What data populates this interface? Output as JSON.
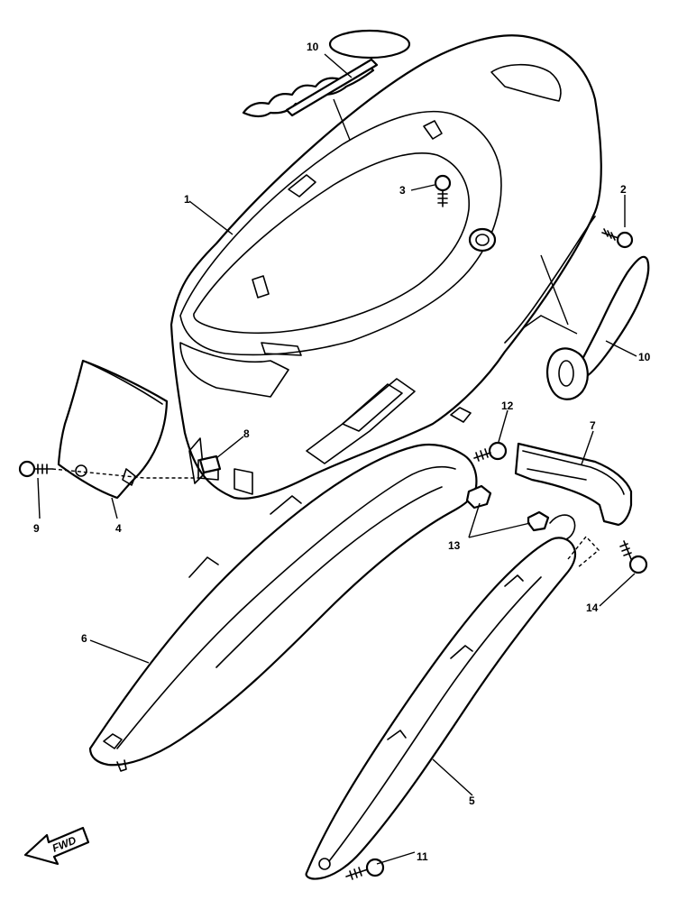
{
  "callouts": [
    {
      "id": "1",
      "text": "1"
    },
    {
      "id": "2",
      "text": "2"
    },
    {
      "id": "3",
      "text": "3"
    },
    {
      "id": "4",
      "text": "4"
    },
    {
      "id": "5",
      "text": "5"
    },
    {
      "id": "6",
      "text": "6"
    },
    {
      "id": "7",
      "text": "7"
    },
    {
      "id": "8",
      "text": "8"
    },
    {
      "id": "9",
      "text": "9"
    },
    {
      "id": "10a",
      "text": "10"
    },
    {
      "id": "10b",
      "text": "10"
    },
    {
      "id": "11",
      "text": "11"
    },
    {
      "id": "12",
      "text": "12"
    },
    {
      "id": "13",
      "text": "13"
    },
    {
      "id": "14",
      "text": "14"
    }
  ],
  "direction_marker": {
    "text": "FWD"
  }
}
